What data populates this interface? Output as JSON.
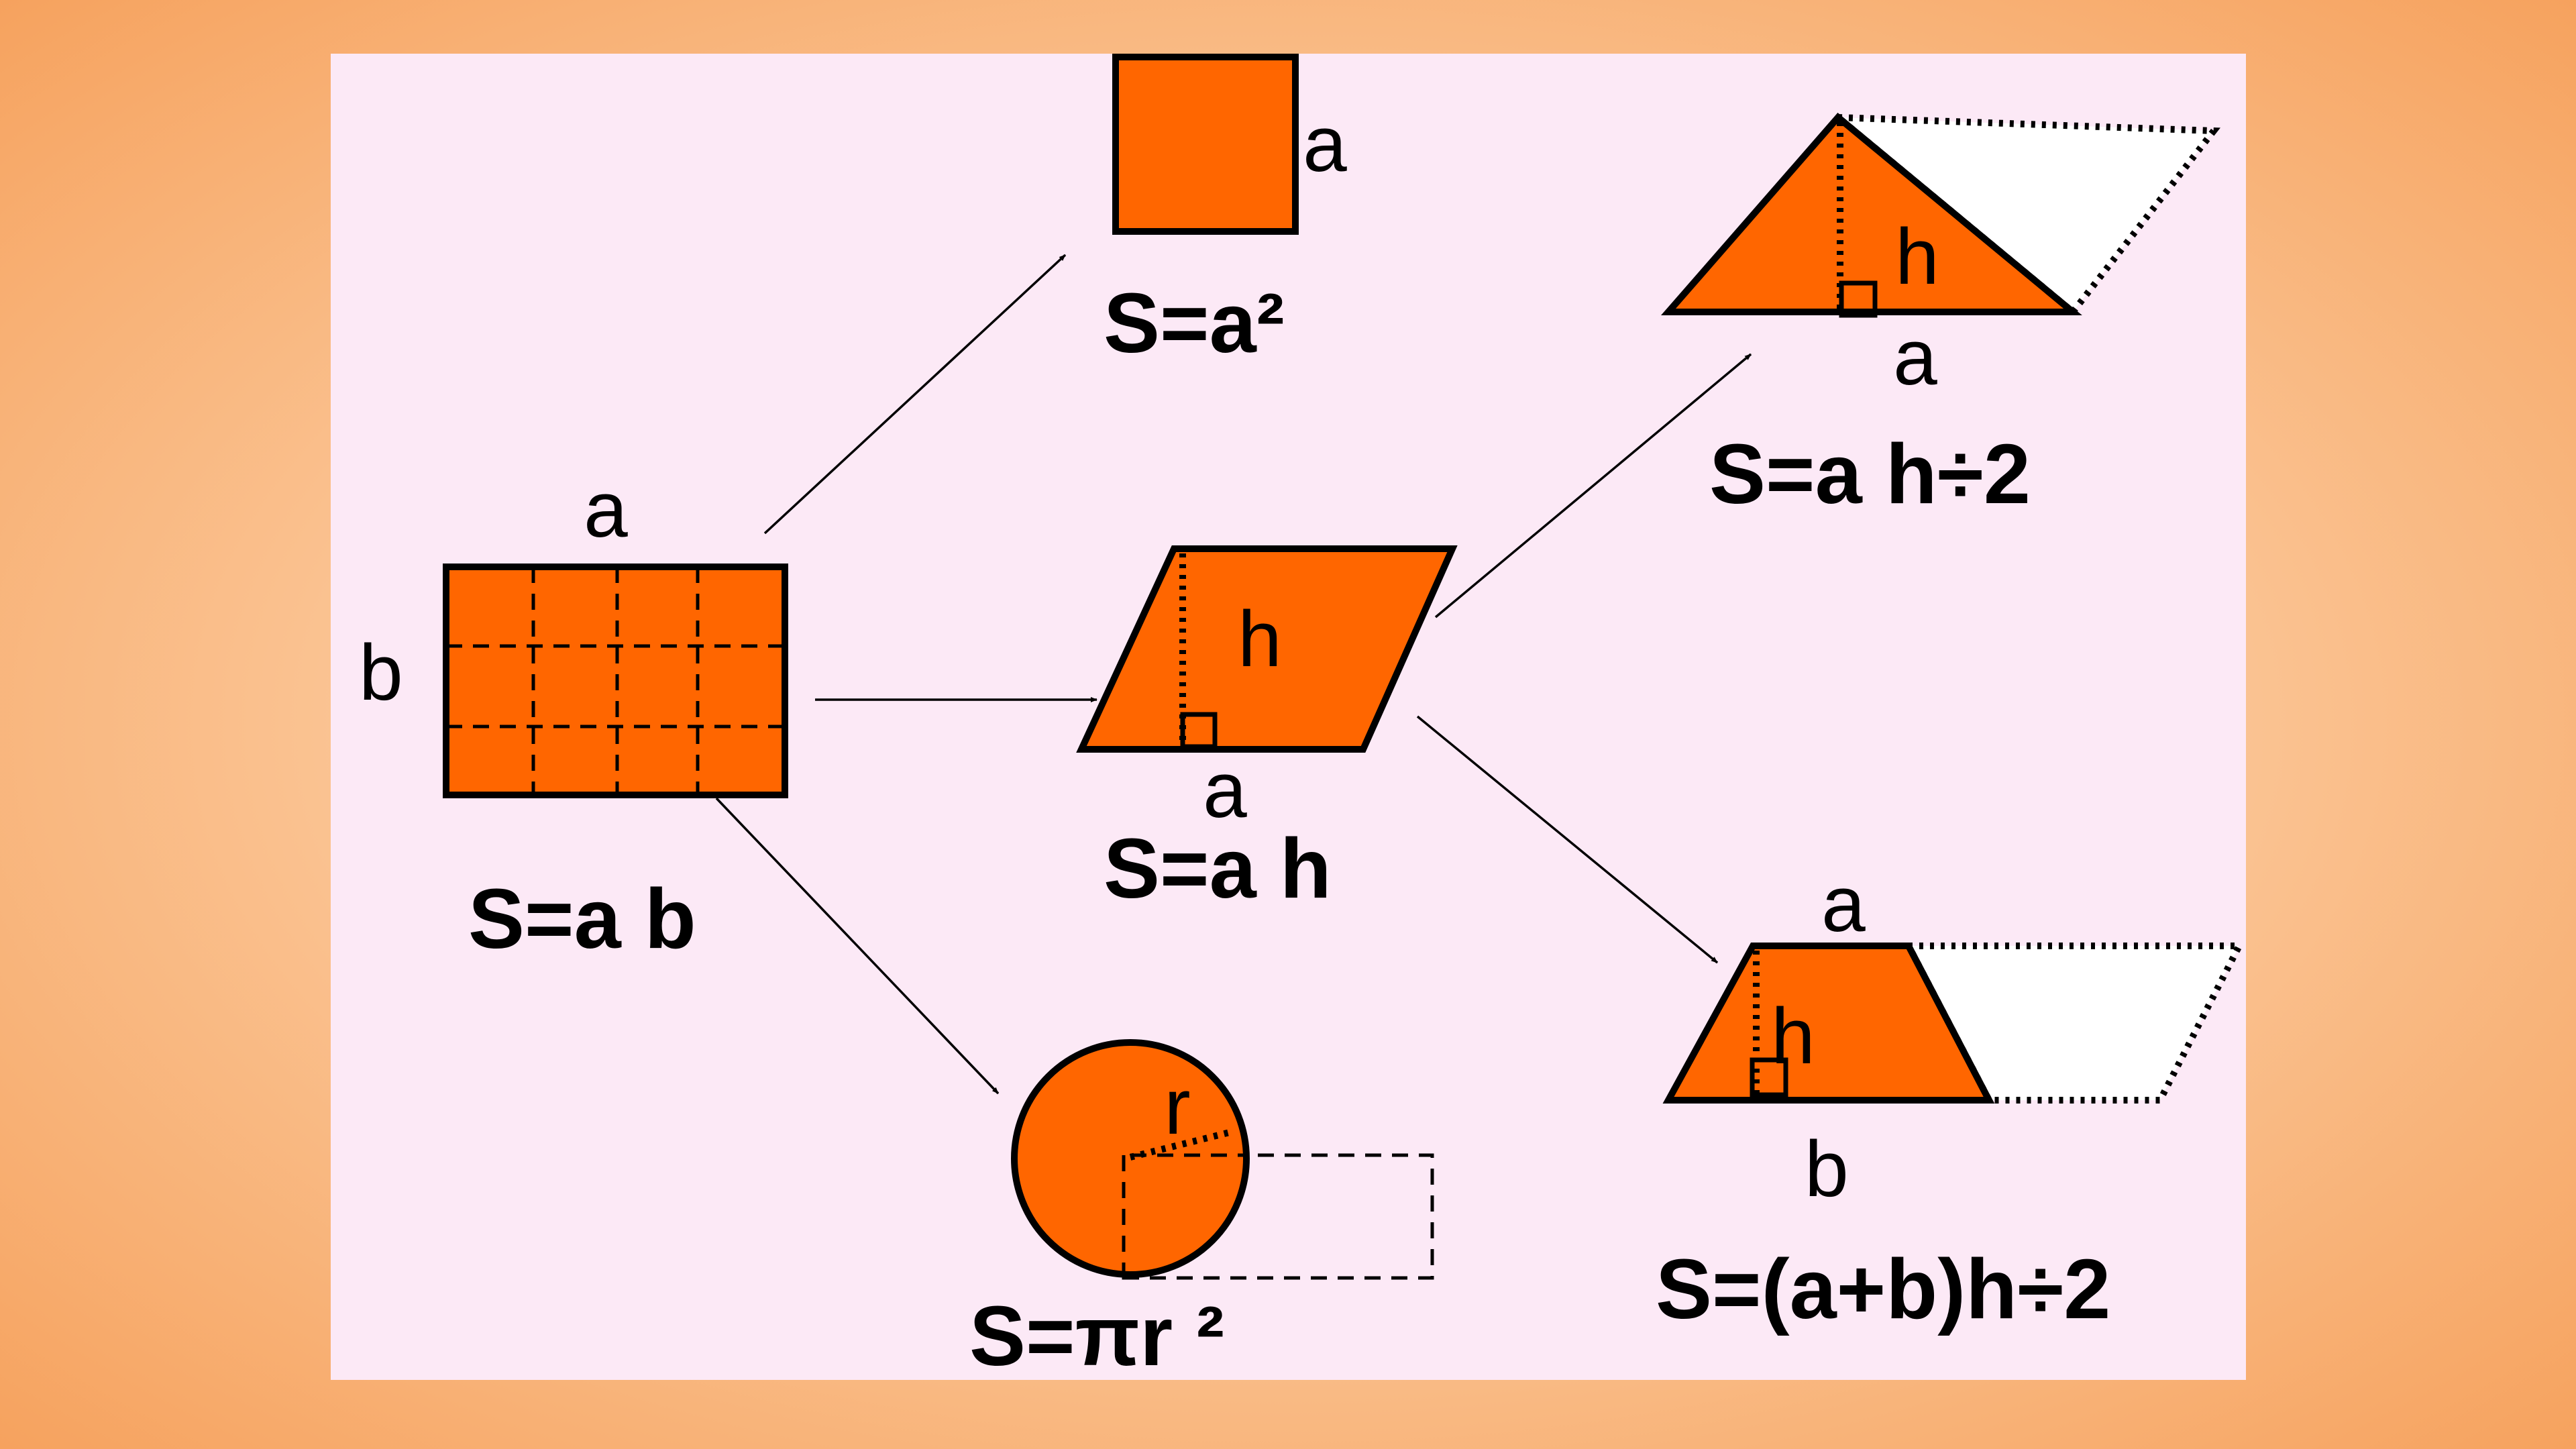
{
  "colors": {
    "shape_fill": "#ff6600",
    "slide_background": "#fce9f6",
    "outer_background": "#f6a25e",
    "stroke": "#000000"
  },
  "rectangle": {
    "label_a": "a",
    "label_b": "b",
    "formula": "S=a b"
  },
  "square": {
    "label_a": "a",
    "formula": "S=a²"
  },
  "parallelogram": {
    "label_h": "h",
    "label_a": "a",
    "formula": "S=a h"
  },
  "circle": {
    "label_r": "r",
    "formula": "S=πr ²"
  },
  "triangle": {
    "label_h": "h",
    "label_a": "a",
    "formula": "S=a h÷2"
  },
  "trapezoid": {
    "label_a": "a",
    "label_h": "h",
    "label_b": "b",
    "formula": "S=(a+b)h÷2"
  }
}
